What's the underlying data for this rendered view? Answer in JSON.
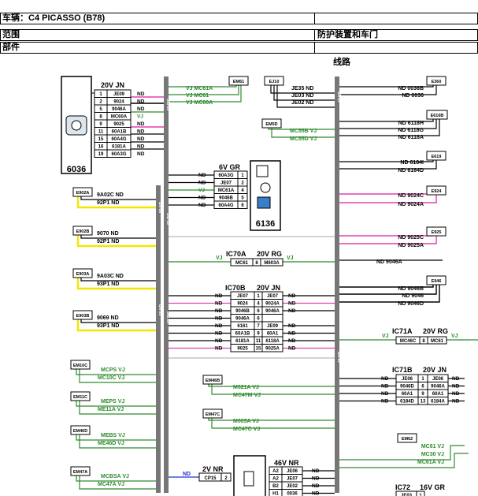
{
  "header": {
    "vehicle": "车辆：C4 PICASSO (B78)",
    "scope": "范围",
    "scope_value": "防护装置和车门",
    "parts": "部件",
    "wiring": "线路"
  },
  "bus_labels": [
    {
      "id": "bus1a",
      "text": "60 PIC"
    },
    {
      "id": "bus1b",
      "text": "60 PIC"
    },
    {
      "id": "bus1c",
      "text": "60 PIC"
    },
    {
      "id": "bus2a",
      "text": "80 NR"
    },
    {
      "id": "bus2b",
      "text": "80 NR"
    },
    {
      "id": "bus3a",
      "text": "40 NR"
    },
    {
      "id": "bus3b",
      "text": "40 NR"
    }
  ],
  "connectors": [
    {
      "id": "EM61",
      "text": "EM61"
    },
    {
      "id": "EJ10",
      "text": "EJ10"
    },
    {
      "id": "E360",
      "text": "E360"
    },
    {
      "id": "E616B",
      "text": "E616B"
    },
    {
      "id": "EM5D",
      "text": "EM5D"
    },
    {
      "id": "E619",
      "text": "E619"
    },
    {
      "id": "E902A",
      "text": "E902A"
    },
    {
      "id": "E924",
      "text": "E924"
    },
    {
      "id": "E902B",
      "text": "E902B"
    },
    {
      "id": "E925",
      "text": "E925"
    },
    {
      "id": "E903A",
      "text": "E903A"
    },
    {
      "id": "E946",
      "text": "E946"
    },
    {
      "id": "E903B",
      "text": "E903B"
    },
    {
      "id": "EM10C",
      "text": "EM10C"
    },
    {
      "id": "EM11C",
      "text": "EM11C"
    },
    {
      "id": "EM46D",
      "text": "EM46D"
    },
    {
      "id": "EM47A",
      "text": "EM47A"
    },
    {
      "id": "EM46B",
      "text": "EM46B"
    },
    {
      "id": "EM47C",
      "text": "EM47C"
    },
    {
      "id": "EM62",
      "text": "EM62"
    }
  ],
  "modules": {
    "m6036": "6036",
    "m6136": "6136"
  },
  "tables": {
    "t6036": {
      "header": "20V JN",
      "rows": [
        [
          "1",
          "JE09"
        ],
        [
          "2",
          "9024"
        ],
        [
          "5",
          "9046A"
        ],
        [
          "8",
          "MC60A"
        ],
        [
          "9",
          "9025"
        ],
        [
          "11",
          "60A1B"
        ],
        [
          "15",
          "60A4G"
        ],
        [
          "16",
          "6181A"
        ],
        [
          "19",
          "60A3G"
        ]
      ],
      "signals": [
        "ND",
        "ND",
        "ND",
        "VJ",
        "ND",
        "ND",
        "ND",
        "ND",
        "ND"
      ]
    },
    "t6136": {
      "header": "6V GR",
      "rows": [
        [
          "60A3G",
          "1"
        ],
        [
          "JE07",
          "2"
        ],
        [
          "MC61A",
          "4"
        ],
        [
          "9046B",
          "5"
        ],
        [
          "60A4G",
          "6"
        ]
      ],
      "signals": [
        "ND",
        "ND",
        "VJ",
        "ND",
        "ND"
      ]
    },
    "tIC70A": {
      "header1": "IC70A",
      "header2": "20V RG",
      "row": [
        "MC61",
        "8",
        "M603A"
      ],
      "left": "VJ",
      "right": "VJ"
    },
    "tIC70B": {
      "header1": "IC70B",
      "header2": "20V JN",
      "rows": [
        [
          "JE07",
          "1",
          "JE07"
        ],
        [
          "9024",
          "4",
          "9024A"
        ],
        [
          "9046B",
          "6",
          "9046A"
        ],
        [
          "9046A",
          "6",
          ""
        ],
        [
          "6161",
          "7",
          "JE09"
        ],
        [
          "60A1B",
          "9",
          "60A1"
        ],
        [
          "6181A",
          "11",
          "6118A"
        ],
        [
          "9025",
          "15",
          "9025A"
        ]
      ],
      "left": [
        "ND",
        "ND",
        "ND",
        "ND",
        "ND",
        "ND",
        "ND",
        "ND"
      ],
      "right": [
        "ND",
        "ND",
        "ND",
        "",
        "ND",
        "ND",
        "ND",
        "ND"
      ]
    },
    "tIC71A": {
      "header1": "IC71A",
      "header2": "20V RG",
      "row": [
        "MC46C",
        "8",
        "MC61"
      ],
      "left": "VJ",
      "right": "VJ"
    },
    "tIC71B": {
      "header1": "IC71B",
      "header2": "20V JN",
      "rows": [
        [
          "JE06",
          "1",
          "JE06"
        ],
        [
          "9046D",
          "6",
          "9046A"
        ],
        [
          "60A1",
          "9",
          "60A1"
        ],
        [
          "6184D",
          "13",
          "6184A"
        ]
      ],
      "left": [
        "ND",
        "ND",
        "ND",
        "ND"
      ],
      "right": [
        "ND",
        "ND",
        "ND",
        "ND"
      ]
    },
    "t2V": {
      "header": "2V NR",
      "row": [
        "CP15",
        "2"
      ],
      "left": "ND"
    },
    "t46V": {
      "header": "46V NR",
      "rows": [
        [
          "A2",
          "JE06"
        ],
        [
          "A2",
          "JE07"
        ],
        [
          "B2",
          "JE02"
        ],
        [
          "H1",
          "0036"
        ]
      ],
      "right": [
        "ND",
        "ND",
        "ND",
        "ND"
      ]
    },
    "tIC72": {
      "header1": "IC72",
      "header2": "16V GR",
      "row": [
        "JE03",
        "1"
      ]
    }
  },
  "labels": [
    {
      "id": "l_em61_1",
      "text": "VJ MC61A"
    },
    {
      "id": "l_em61_2",
      "text": "VJ MC61"
    },
    {
      "id": "l_em61_3",
      "text": "VJ MC60A"
    },
    {
      "id": "l_ej10_1",
      "text": "JE35 ND"
    },
    {
      "id": "l_ej10_2",
      "text": "JE03 ND"
    },
    {
      "id": "l_ej10_3",
      "text": "JE02 ND"
    },
    {
      "id": "l_e360_1",
      "text": "ND 0036B"
    },
    {
      "id": "l_e360_2",
      "text": "ND 0036"
    },
    {
      "id": "l_e616_1",
      "text": "ND 6118H"
    },
    {
      "id": "l_e616_2",
      "text": "ND 6118G"
    },
    {
      "id": "l_e616_3",
      "text": "ND 6118A"
    },
    {
      "id": "l_em5d_1",
      "text": "MC55B VJ"
    },
    {
      "id": "l_em5d_2",
      "text": "MC55D VJ"
    },
    {
      "id": "l_e619_1",
      "text": "ND 6184I"
    },
    {
      "id": "l_e619_2",
      "text": "ND 6184D"
    },
    {
      "id": "l_e902a_1",
      "text": "9A02C ND"
    },
    {
      "id": "l_e902a_2",
      "text": "92P1 ND"
    },
    {
      "id": "l_e924_1",
      "text": "ND 9024C"
    },
    {
      "id": "l_e924_2",
      "text": "ND 9024A"
    },
    {
      "id": "l_e902b_1",
      "text": "9070 ND"
    },
    {
      "id": "l_e902b_2",
      "text": "92P1 ND"
    },
    {
      "id": "l_e925_1",
      "text": "ND 9025C"
    },
    {
      "id": "l_e925_2",
      "text": "ND 9025A"
    },
    {
      "id": "l_9046a",
      "text": "ND 9046A"
    },
    {
      "id": "l_e903a_1",
      "text": "9A03C ND"
    },
    {
      "id": "l_e903a_2",
      "text": "93P1 ND"
    },
    {
      "id": "l_e946_1",
      "text": "ND 9046B"
    },
    {
      "id": "l_e946_2",
      "text": "ND 9046"
    },
    {
      "id": "l_e946_3",
      "text": "ND 9046D"
    },
    {
      "id": "l_e903b_1",
      "text": "9069 ND"
    },
    {
      "id": "l_e903b_2",
      "text": "93P1 ND"
    },
    {
      "id": "l_em10c_1",
      "text": "MCPS VJ"
    },
    {
      "id": "l_em10c_2",
      "text": "MC10C VJ"
    },
    {
      "id": "l_em11c_1",
      "text": "MEPS VJ"
    },
    {
      "id": "l_em11c_2",
      "text": "ME11A VJ"
    },
    {
      "id": "l_em46d_1",
      "text": "MEBS VJ"
    },
    {
      "id": "l_em46d_2",
      "text": "ME46D VJ"
    },
    {
      "id": "l_em47a_1",
      "text": "MCBSA VJ"
    },
    {
      "id": "l_em47a_2",
      "text": "MC47A VJ"
    },
    {
      "id": "l_em46b_1",
      "text": "M621A VJ"
    },
    {
      "id": "l_em46b_2",
      "text": "MC47M VJ"
    },
    {
      "id": "l_em47c_1",
      "text": "M603A VJ"
    },
    {
      "id": "l_em47c_2",
      "text": "MC47C VJ"
    },
    {
      "id": "l_em62_1",
      "text": "MC61 VJ"
    },
    {
      "id": "l_em62_2",
      "text": "MC30 VJ"
    },
    {
      "id": "l_em62_3",
      "text": "MC61A VJ"
    }
  ],
  "colors": {
    "black": "#000000",
    "yellow": "#f2e600",
    "magenta": "#e040b0",
    "green": "#2e8b2e",
    "blue": "#2233cc",
    "grey": "#8a8a8a",
    "bus": "#777777"
  }
}
